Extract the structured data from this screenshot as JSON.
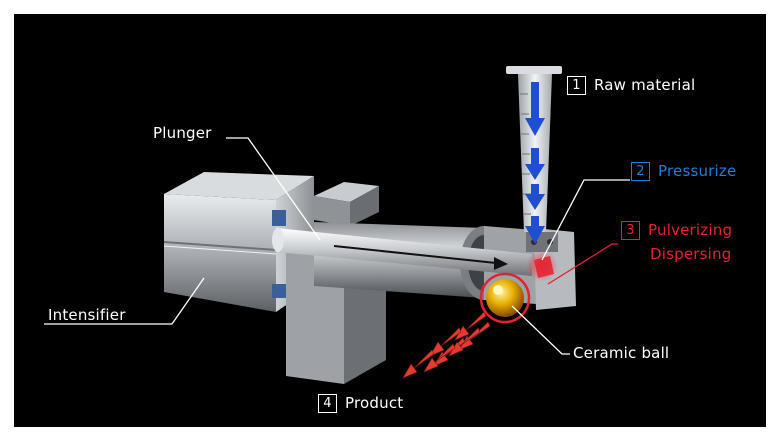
{
  "labels": {
    "raw_material": {
      "number": "1",
      "text": "Raw material"
    },
    "pressurize": {
      "number": "2",
      "text": "Pressurize"
    },
    "pulverizing": {
      "number": "3",
      "text": "Pulverizing",
      "text2": "Dispersing"
    },
    "product": {
      "number": "4",
      "text": "Product"
    },
    "plunger": "Plunger",
    "intensifier": "Intensifier",
    "ceramic_ball": "Ceramic ball"
  },
  "colors": {
    "background": "#000000",
    "flow_arrow": "#1e4fd0",
    "pressurize": "#1f7fd8",
    "pulverize": "#e3212f",
    "product_arrow": "#e63a2e",
    "ball": "#e8b000"
  }
}
